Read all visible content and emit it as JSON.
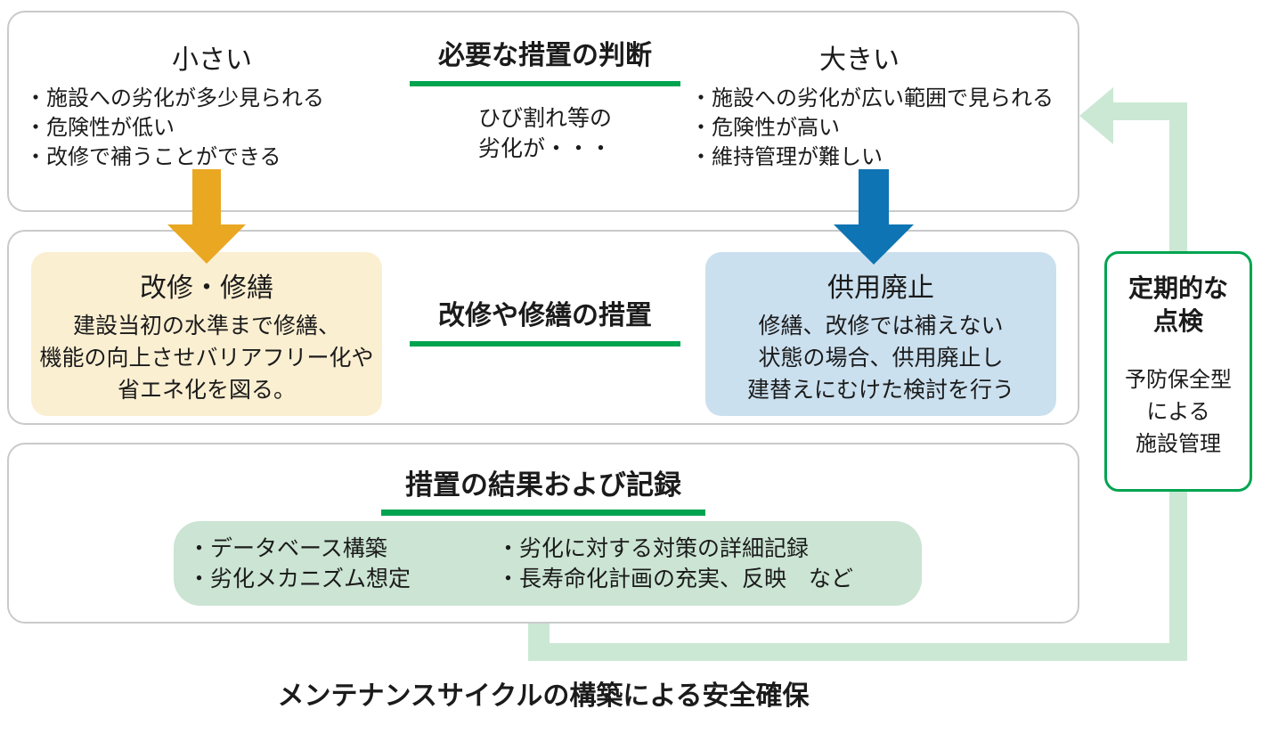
{
  "colors": {
    "accent_green": "#00a44f",
    "pipe_green": "#cbe8d4",
    "yellow_arrow": "#eaa722",
    "blue_arrow": "#0e74b4",
    "repair_card_fill": "#fbefd2",
    "abolition_card_fill": "#cbe0ef",
    "records_card_fill": "#cbe4d3",
    "outer_border_gray": "#c9cacb"
  },
  "judgment": {
    "title": "必要な措置の判断",
    "subtitle_line1": "ひび割れ等の",
    "subtitle_line2": "劣化が・・・",
    "small": {
      "heading": "小さい",
      "bullets": [
        "・施設への劣化が多少見られる",
        "・危険性が低い",
        "・改修で補うことができる"
      ]
    },
    "large": {
      "heading": "大きい",
      "bullets": [
        "・施設への劣化が広い範囲で見られる",
        "・危険性が高い",
        "・維持管理が難しい"
      ]
    }
  },
  "measures": {
    "title": "改修や修繕の措置",
    "repair": {
      "title": "改修・修繕",
      "line1": "建設当初の水準まで修繕、",
      "line2": "機能の向上させバリアフリー化や",
      "line3": "省エネ化を図る。"
    },
    "abolition": {
      "title": "供用廃止",
      "line1": "修繕、改修では補えない",
      "line2": "状態の場合、供用廃止し",
      "line3": "建替えにむけた検討を行う"
    }
  },
  "records": {
    "title": "措置の結果および記録",
    "col1": [
      "・データベース構築",
      "・劣化メカニズム想定"
    ],
    "col2": [
      "・劣化に対する対策の詳細記録",
      "・長寿命化計画の充実、反映　など"
    ]
  },
  "inspection": {
    "title_line1": "定期的な",
    "title_line2": "点検",
    "body_line1": "予防保全型",
    "body_line2": "による",
    "body_line3": "施設管理"
  },
  "caption": "メンテナンスサイクルの構築による安全確保"
}
